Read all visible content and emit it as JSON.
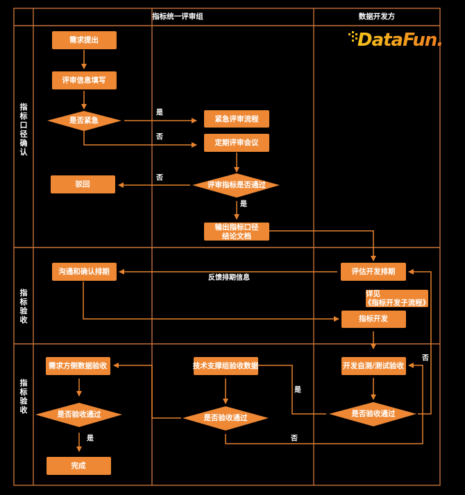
{
  "header": {
    "col_review": "指标统一评审组",
    "col_dev": "数据开发方"
  },
  "logo": {
    "text": "DataFun."
  },
  "lanes": [
    "指标口径确认",
    "指标验收",
    "指标验收"
  ],
  "nodes": {
    "demand": "需求提出",
    "fill_info": "评审信息填写",
    "urgent_q": "是否紧急",
    "urgent_flow": "紧急评审流程",
    "regular_meeting": "定期评审会议",
    "review_pass_q": "评审指标是否通过",
    "reject": "驳回",
    "output_doc_1": "输出指标口径",
    "output_doc_2": "结论文档",
    "estimate": "评估开发排期",
    "confirm_schedule": "沟通和确认排期",
    "see_sub_1": "详见",
    "see_sub_2": "《指标开发子流程》",
    "develop": "指标开发",
    "self_test": "开发自测/测试验收",
    "dev_pass_q": "是否验收通过",
    "tech_accept": "技术支撑组验收数据",
    "tech_pass_q": "是否验收通过",
    "demand_accept": "需求方侧数据验收",
    "demand_pass_q": "是否验收通过",
    "done": "完成"
  },
  "edge_labels": {
    "yes": "是",
    "no": "否",
    "feedback": "反馈排期信息"
  },
  "colors": {
    "accent": "#ee8834",
    "grid": "#c9733a",
    "background": "#000000"
  }
}
